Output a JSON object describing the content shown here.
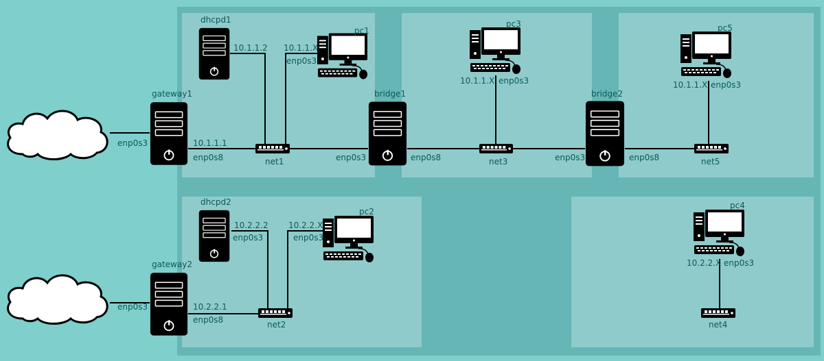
{
  "colors": {
    "background": "#7fcfcc",
    "outer_panel": "#66b6b6",
    "inner_panel": "#90cbcb",
    "label_text": "#0a5a5a",
    "device": "#000000"
  },
  "icons": {
    "cloud": "cloud-icon",
    "server": "server-tower-icon",
    "desktop": "desktop-computer-icon",
    "switch": "network-switch-icon"
  },
  "servers": {
    "dhcpd1": "dhcpd1",
    "gateway1": "gateway1",
    "bridge1": "bridge1",
    "bridge2": "bridge2",
    "dhcpd2": "dhcpd2",
    "gateway2": "gateway2"
  },
  "pcs": {
    "pc1": "pc1",
    "pc2": "pc2",
    "pc3": "pc3",
    "pc4": "pc4",
    "pc5": "pc5"
  },
  "nets": {
    "net1": "net1",
    "net2": "net2",
    "net3": "net3",
    "net4": "net4",
    "net5": "net5"
  },
  "interfaces": {
    "gw1_enp0s3": "enp0s3",
    "gw1_enp0s8": "enp0s8",
    "gw1_ip": "10.1.1.1",
    "dhcpd1_ip": "10.1.1.2",
    "pc1_ip": "10.1.1.X",
    "pc1_if": "enp0s3",
    "br1_enp0s3": "enp0s3",
    "br1_enp0s8": "enp0s8",
    "pc3_ip": "10.1.1.X",
    "pc3_if": "enp0s3",
    "br2_enp0s3": "enp0s3",
    "br2_enp0s8": "enp0s8",
    "pc5_ip": "10.1.1.X",
    "pc5_if": "enp0s3",
    "gw2_enp0s3": "enp0s3",
    "gw2_enp0s8": "enp0s8",
    "gw2_ip": "10.2.2.1",
    "dhcpd2_ip": "10.2.2.2",
    "dhcpd2_if": "enp0s3",
    "pc2_ip": "10.2.2.X",
    "pc2_if": "enp0s3",
    "pc4_ip": "10.2.2.X",
    "pc4_if": "enp0s3"
  }
}
